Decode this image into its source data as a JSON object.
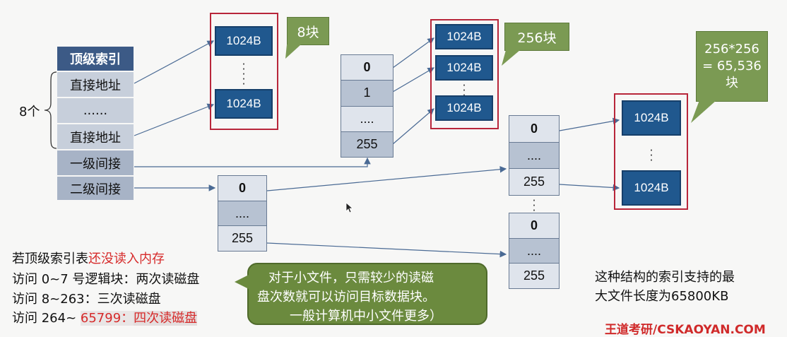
{
  "inode": {
    "header": "顶级索引",
    "direct1": "直接地址",
    "ellipsis": "......",
    "direct8": "直接地址",
    "single": "一级间接",
    "double": "二级间接",
    "count_label": "8个"
  },
  "block_label": "1024B",
  "callouts": {
    "c1": "8块",
    "c2": "256块",
    "c3_line1": "256*256",
    "c3_line2": "= 65,536",
    "c3_line3": "块"
  },
  "index_table_1": [
    "0",
    "1",
    "....",
    "255"
  ],
  "index_table_2": [
    "0",
    "....",
    "255"
  ],
  "index_table_3": [
    "0",
    "....",
    "255"
  ],
  "index_table_4": [
    "0",
    "....",
    "255"
  ],
  "notes": {
    "line1_a": "若顶级索引表",
    "line1_b": "还没读入内存",
    "line2": "访问 0~7 号逻辑块：两次读磁盘",
    "line3": "访问 8~263：三次读磁盘",
    "line4_a": "访问 264~",
    "line4_b": "65799：",
    "line4_c": "四次读磁盘"
  },
  "bubble": {
    "line1": "对于小文件，只需较少的读磁",
    "line2": "盘次数就可以访问目标数据块。",
    "line3": "一般计算机中小文件更多）"
  },
  "summary": {
    "line1": "这种结构的索引支持的最",
    "line2": "大文件长度为65800KB"
  },
  "watermark": "王道考研/CSKAOYAN.COM"
}
